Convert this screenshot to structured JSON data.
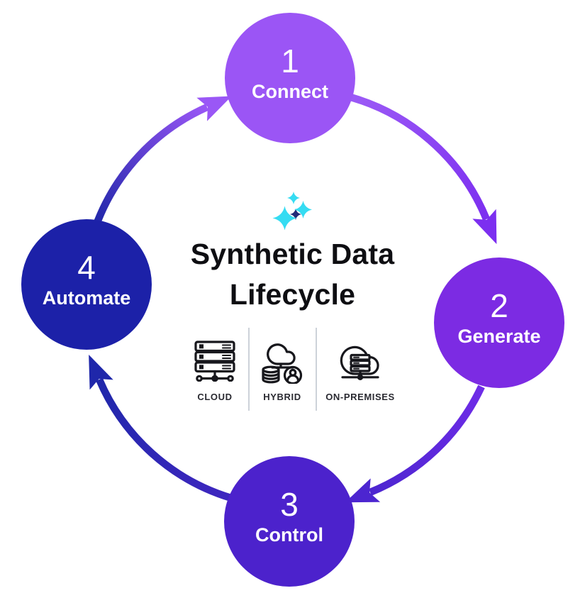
{
  "colors": {
    "background": "#ffffff",
    "title_text": "#0e0e12"
  },
  "title": {
    "line1": "Synthetic Data",
    "line2": "Lifecycle"
  },
  "sparkle": {
    "primary": "#35dcf2",
    "accent": "#222a78"
  },
  "steps": [
    {
      "number": "1",
      "label": "Connect",
      "color": "#9b55f5"
    },
    {
      "number": "2",
      "label": "Generate",
      "color": "#7c2be3"
    },
    {
      "number": "3",
      "label": "Control",
      "color": "#4c22cc"
    },
    {
      "number": "4",
      "label": "Automate",
      "color": "#1c21a8"
    }
  ],
  "arrows": {
    "connect_to_generate": {
      "from": "#9d5cf6",
      "to": "#7c2ff0"
    },
    "generate_to_control": {
      "from": "#6f2ce8",
      "to": "#4c25d0"
    },
    "control_to_automate": {
      "from": "#3f27c0",
      "to": "#1f27aa"
    },
    "automate_to_connect": {
      "from": "#1e26a8",
      "to": "#9a57f6"
    }
  },
  "deployment": {
    "items": [
      {
        "label": "CLOUD",
        "icon": "server-rack-icon"
      },
      {
        "label": "HYBRID",
        "icon": "cloud-database-user-icon"
      },
      {
        "label": "ON-PREMISES",
        "icon": "cloud-server-icon"
      }
    ]
  }
}
